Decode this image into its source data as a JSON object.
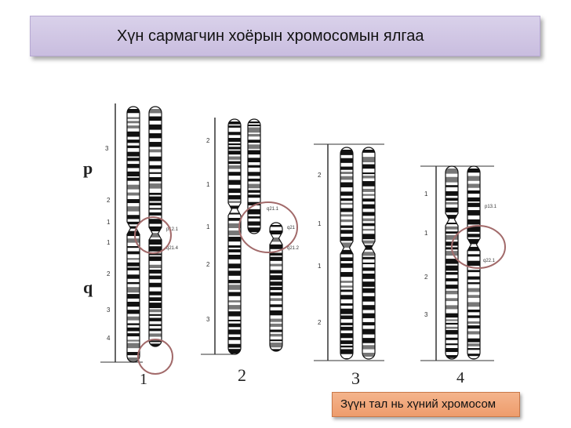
{
  "slide": {
    "title": "Хүн сармагчин хоёрын хромосомын ялгаа",
    "caption": "Зүүн тал нь хүний хромосом"
  },
  "arm_labels": {
    "p": "p",
    "q": "q"
  },
  "chromosomes": [
    {
      "number": "1",
      "region_labels": [
        "3",
        "2",
        "1",
        "1",
        "2",
        "3",
        "4"
      ],
      "annotations": [
        "p12.1",
        "q21.4"
      ]
    },
    {
      "number": "2",
      "region_labels": [
        "2",
        "1",
        "1",
        "2",
        "3"
      ],
      "annotations": [
        "q21.1",
        "q21",
        "q21.2"
      ]
    },
    {
      "number": "3",
      "region_labels": [
        "2",
        "1",
        "1",
        "2"
      ],
      "annotations": []
    },
    {
      "number": "4",
      "region_labels": [
        "1",
        "1",
        "2",
        "3"
      ],
      "annotations": [
        "p13.1",
        "q22.1"
      ]
    }
  ],
  "colors": {
    "highlight_circle": "#a26a6a",
    "title_fill": "#cfc4e3",
    "caption_fill": "#f2a87c"
  }
}
